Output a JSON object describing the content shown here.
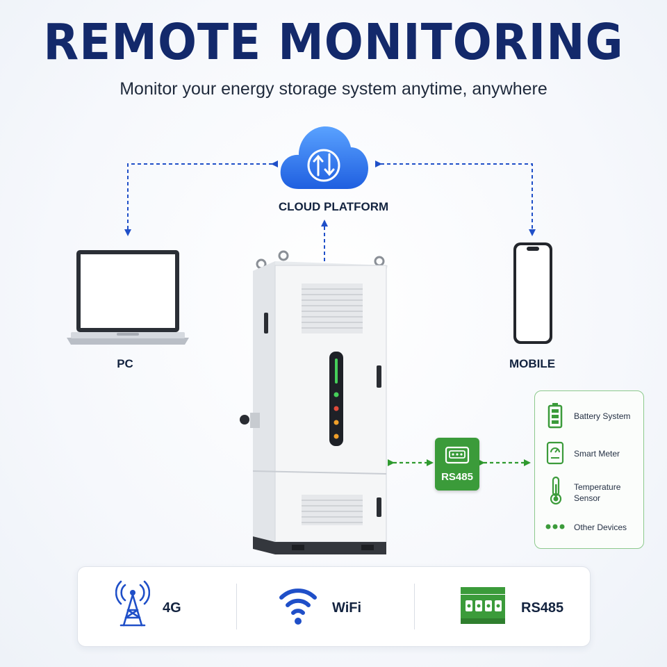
{
  "header": {
    "title": "REMOTE MONITORING",
    "subtitle": "Monitor your energy storage system anytime, anywhere"
  },
  "nodes": {
    "cloud": {
      "label": "CLOUD PLATFORM",
      "icon": "cloud-upload-download-icon"
    },
    "pc": {
      "label": "PC",
      "icon": "laptop-icon"
    },
    "mobile": {
      "label": "MOBILE",
      "icon": "smartphone-icon"
    },
    "cabinet": {
      "icon": "energy-storage-cabinet"
    },
    "gateway": {
      "label": "RS485",
      "icon": "rs485-port-icon"
    }
  },
  "devices": [
    {
      "label": "Battery System",
      "icon": "battery-icon"
    },
    {
      "label": "Smart Meter",
      "icon": "meter-icon"
    },
    {
      "label": "Temperature\nSensor",
      "icon": "thermometer-icon"
    },
    {
      "label": "Other Devices",
      "icon": "dots-icon"
    }
  ],
  "connectivity": [
    {
      "label": "4G",
      "icon": "cell-tower-icon"
    },
    {
      "label": "WiFi",
      "icon": "wifi-icon"
    },
    {
      "label": "RS485",
      "icon": "rs485-terminal-icon"
    }
  ],
  "colors": {
    "title": "#13296b",
    "arrow_blue": "#1f4fc8",
    "arrow_green": "#2f9a2f",
    "cloud_blue": "#2f7cf0",
    "accent_green": "#3b9b3a"
  }
}
